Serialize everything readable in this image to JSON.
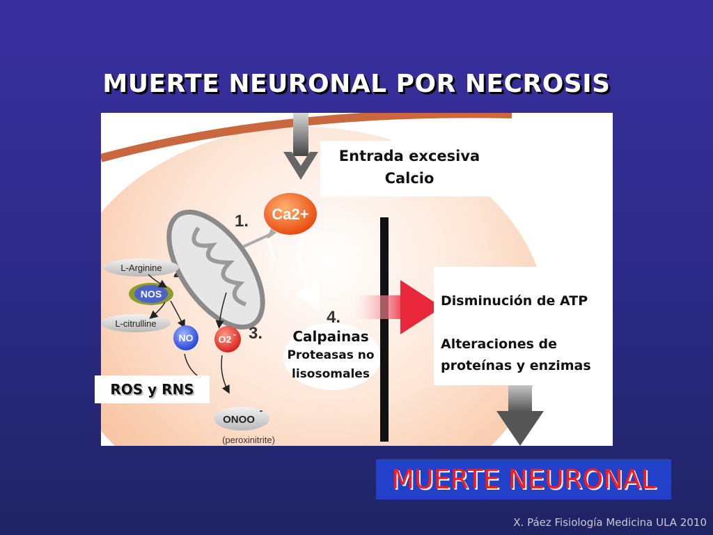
{
  "title": "MUERTE NEURONAL POR  NECROSIS",
  "diagram": {
    "entrada_line1": "Entrada excesiva",
    "entrada_line2": "Calcio",
    "ca_label": "Ca2+",
    "step1": "1.",
    "step2": "2.",
    "step3": "3.",
    "step4": "4.",
    "l_arginine": "L-Arginine",
    "nos": "NOS",
    "l_citrulline": "L-citrulline",
    "no": "NO",
    "o2": "O2",
    "o2_sup": "-",
    "onoo": "ONOO",
    "onoo_sup": "-",
    "peroxinitrite": "(peroxinitrite)",
    "calpainas_main": "Calpainas",
    "calpainas_sub1": "Proteasas no",
    "calpainas_sub2": "lisosomales",
    "ros": "ROS y RNS",
    "effect1": "Disminución de ATP",
    "effect2": "Alteraciones de",
    "effect3": "proteínas y enzimas"
  },
  "result": "MUERTE NEURONAL",
  "credit": "X. Páez Fisiología Medicina ULA 2010",
  "colors": {
    "background": "#2b2a86",
    "ca_orange": "#f05a10",
    "no_blue": "#2a4ee0",
    "o2_red": "#e0201a",
    "arrow_red": "#e8283a",
    "result_box": "#2240c8",
    "result_text": "#ff1a1a"
  }
}
